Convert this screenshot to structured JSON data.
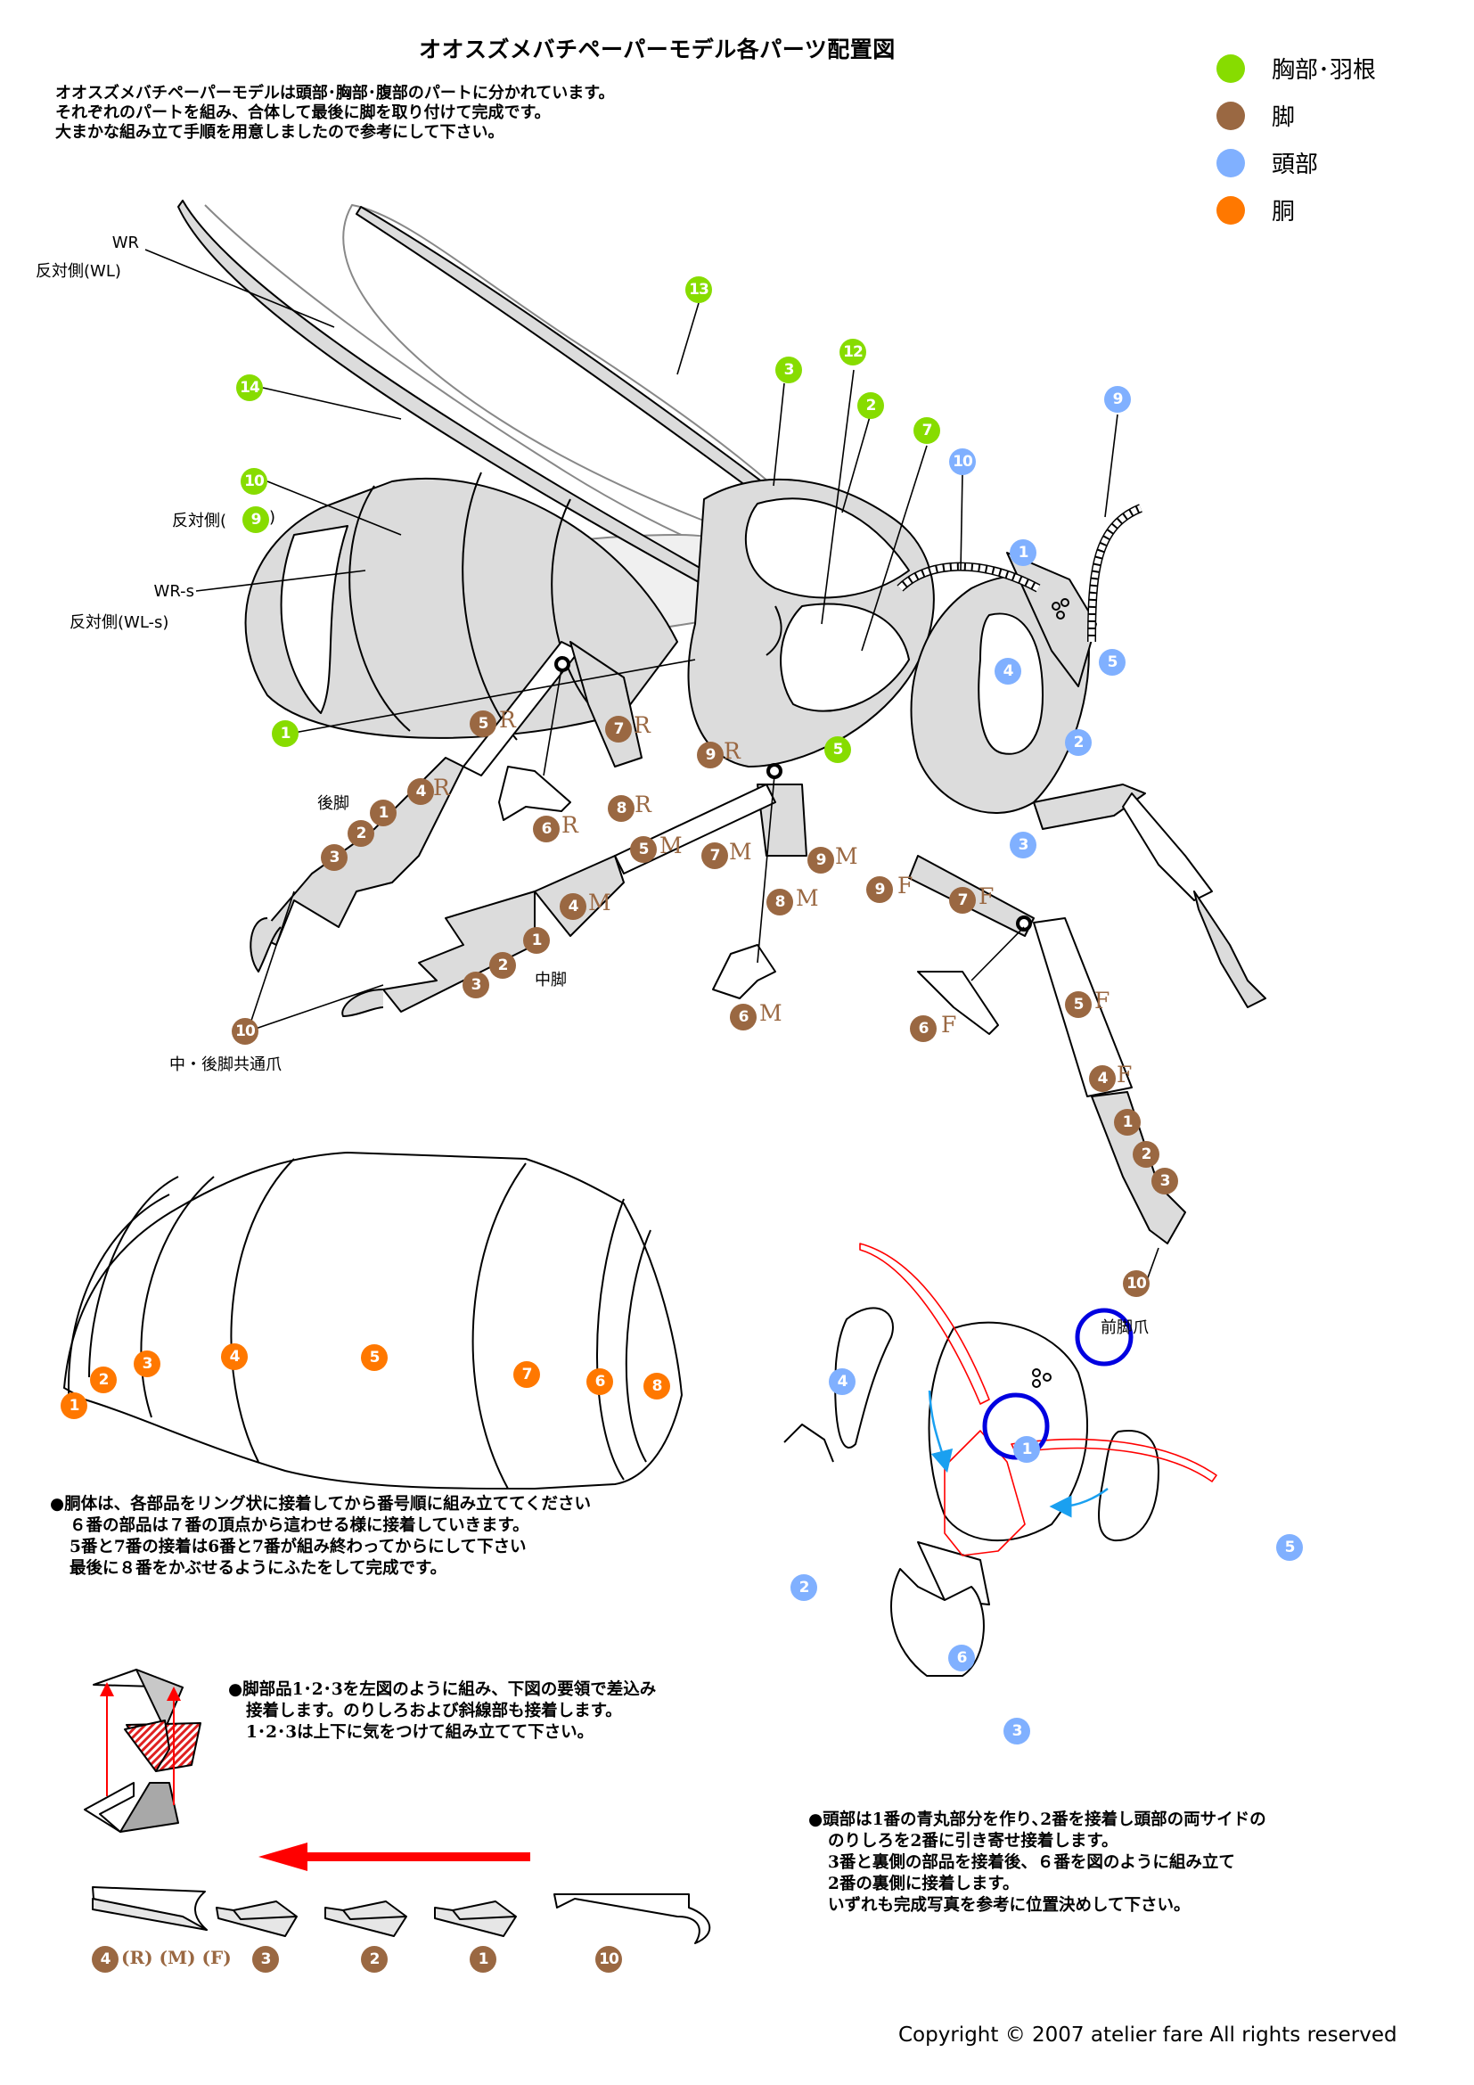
{
  "title": "オオスズメバチペーパーモデル各パーツ配置図",
  "intro": [
    "オオスズメバチペーパーモデルは頭部･胸部･腹部のパートに分かれています。",
    "それぞれのパートを組み、合体して最後に脚を取り付けて完成です。",
    "大まかな組み立て手順を用意しましたので参考にして下さい。"
  ],
  "legend": [
    {
      "label": "胸部･羽根",
      "color": "#87dc00"
    },
    {
      "label": "脚",
      "color": "#9a6842"
    },
    {
      "label": "頭部",
      "color": "#80b0ff"
    },
    {
      "label": "胴",
      "color": "#ff7800"
    }
  ],
  "colors": {
    "thorax_wing": "#87dc00",
    "leg": "#9a6842",
    "head": "#80b0ff",
    "body": "#ff7800",
    "part_fill": "#dcdcdc",
    "guide_red": "#ff0000",
    "guide_blue": "#0000e0",
    "arrow_cyan": "#1aa0f0"
  },
  "wing_labels": {
    "wr": "WR",
    "wl": "反対側(WL)",
    "opposite_prefix": "反対側(",
    "opposite_suffix": ")",
    "wrs": "WR-s",
    "wls": "反対側(WL-s)"
  },
  "main_badges": {
    "thorax": [
      "13",
      "3",
      "12",
      "2",
      "7",
      "14",
      "10",
      "9",
      "1",
      "5"
    ],
    "head": [
      "9",
      "10",
      "1",
      "4",
      "5",
      "2",
      "3"
    ],
    "legs": [
      {
        "n": "5",
        "s": "R"
      },
      {
        "n": "7",
        "s": "R"
      },
      {
        "n": "9",
        "s": "R"
      },
      {
        "n": "4",
        "s": "R"
      },
      {
        "n": "1",
        "s": ""
      },
      {
        "n": "2",
        "s": ""
      },
      {
        "n": "3",
        "s": ""
      },
      {
        "n": "6",
        "s": "R"
      },
      {
        "n": "8",
        "s": "R"
      },
      {
        "n": "5",
        "s": "M"
      },
      {
        "n": "7",
        "s": "M"
      },
      {
        "n": "9",
        "s": "M"
      },
      {
        "n": "4",
        "s": "M"
      },
      {
        "n": "1",
        "s": ""
      },
      {
        "n": "2",
        "s": ""
      },
      {
        "n": "3",
        "s": ""
      },
      {
        "n": "8",
        "s": "M"
      },
      {
        "n": "9",
        "s": "F"
      },
      {
        "n": "7",
        "s": "F"
      },
      {
        "n": "6",
        "s": "M"
      },
      {
        "n": "6",
        "s": "F"
      },
      {
        "n": "5",
        "s": "F"
      },
      {
        "n": "4",
        "s": "F"
      },
      {
        "n": "1",
        "s": ""
      },
      {
        "n": "2",
        "s": ""
      },
      {
        "n": "3",
        "s": ""
      },
      {
        "n": "10",
        "s": ""
      },
      {
        "n": "10",
        "s": ""
      }
    ]
  },
  "leg_labels": {
    "hind": "後脚",
    "mid": "中脚",
    "common_claw": "中・後脚共通爪",
    "front_claw": "前脚爪"
  },
  "abdomen": {
    "badges": [
      "1",
      "2",
      "3",
      "4",
      "5",
      "7",
      "6",
      "8"
    ],
    "note": [
      "●胴体は、各部品をリング状に接着してから番号順に組み立ててください",
      "６番の部品は７番の頂点から這わせる様に接着していきます。",
      "5番と7番の接着は6番と7番が組み終わってからにして下さい",
      "最後に８番をかぶせるようにふたをして完成です。"
    ]
  },
  "leg_assembly": {
    "note": [
      "●脚部品1･2･3を左図のように組み、下図の要領で差込み",
      "接着します。のりしろおよび斜線部も接着します。",
      "1･2･3は上下に気をつけて組み立てて下さい。"
    ],
    "parts": [
      {
        "n": "4",
        "suffix": "(R) (M) (F)"
      },
      {
        "n": "3",
        "suffix": ""
      },
      {
        "n": "2",
        "suffix": ""
      },
      {
        "n": "1",
        "suffix": ""
      },
      {
        "n": "10",
        "suffix": ""
      }
    ]
  },
  "head_assembly": {
    "badges": [
      "4",
      "1",
      "2",
      "5",
      "6",
      "3"
    ],
    "note": [
      "●頭部は1番の青丸部分を作り､2番を接着し頭部の両サイドの",
      "のりしろを2番に引き寄せ接着します。",
      "3番と裏側の部品を接着後、６番を図のように組み立て",
      "2番の裏側に接着します。",
      "いずれも完成写真を参考に位置決めして下さい。"
    ]
  },
  "copyright": "Copyright © 2007 atelier fare All rights reserved"
}
